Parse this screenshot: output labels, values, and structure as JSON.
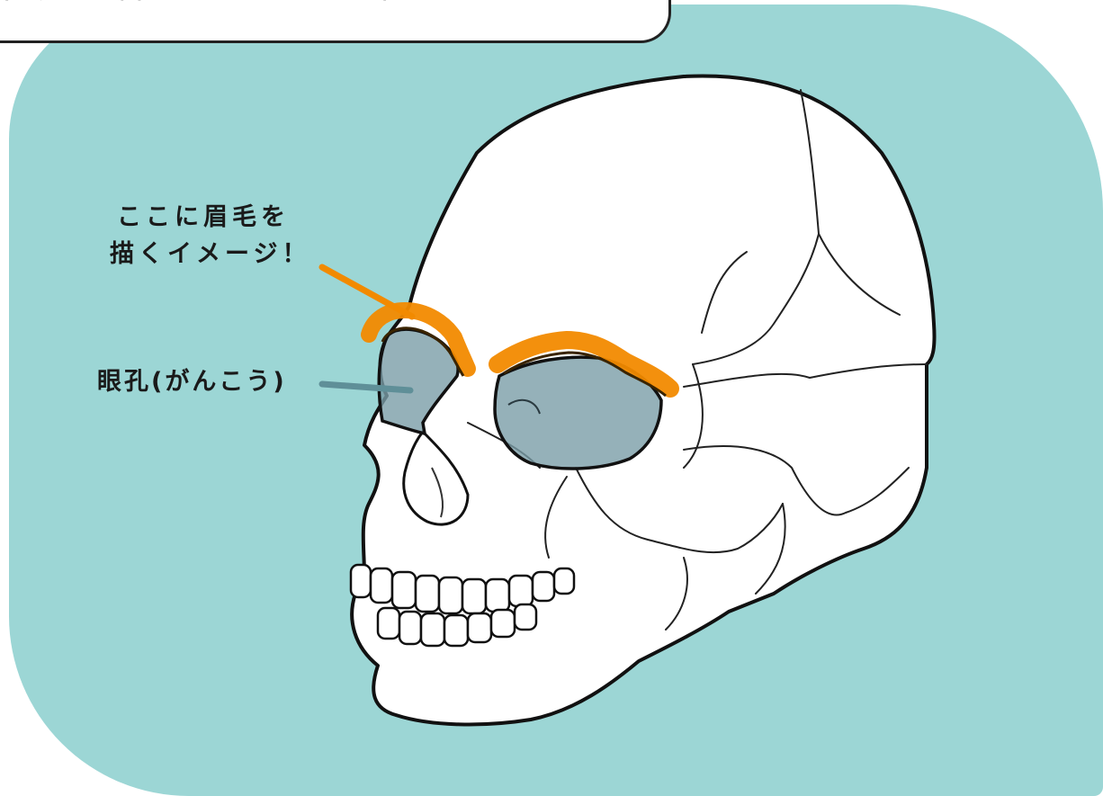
{
  "header": {
    "speech_text": "自分の眉毛をさわって確認してみよう！"
  },
  "labels": {
    "eyebrow_line1": "ここに眉毛を",
    "eyebrow_line2": "描くイメージ！",
    "orbit": "眼孔(がんこう)"
  },
  "colors": {
    "panel_background": "#9cd6d5",
    "eyebrow_highlight": "#f28a00",
    "orbit_fill": "#7a9ea8",
    "bone": "#ffffff",
    "outline": "#111111"
  }
}
